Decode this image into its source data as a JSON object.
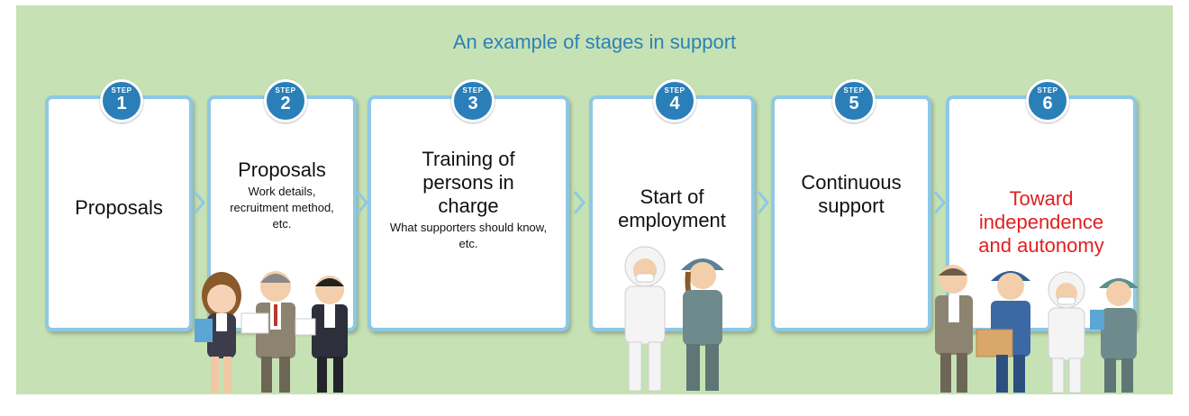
{
  "title": "An example of stages in support",
  "colors": {
    "background": "#c6e2b4",
    "card_border": "#8ec8e4",
    "badge": "#2a7fb9",
    "title": "#2f80b7",
    "highlight": "#e02020"
  },
  "steps": [
    {
      "badge_label": "STEP",
      "number": "1",
      "main": "Proposals",
      "sub": ""
    },
    {
      "badge_label": "STEP",
      "number": "2",
      "main": "Proposals",
      "sub": "Work details, recruitment method, etc."
    },
    {
      "badge_label": "STEP",
      "number": "3",
      "main": "Training of persons in charge",
      "sub": "What supporters should know, etc."
    },
    {
      "badge_label": "STEP",
      "number": "4",
      "main": "Start of employment",
      "sub": ""
    },
    {
      "badge_label": "STEP",
      "number": "5",
      "main": "Continuous support",
      "sub": ""
    },
    {
      "badge_label": "STEP",
      "number": "6",
      "main": "Toward independence and autonomy",
      "sub": ""
    }
  ],
  "illustrations": [
    "office-workers-illustration",
    "factory-workers-illustration",
    "team-illustration"
  ]
}
